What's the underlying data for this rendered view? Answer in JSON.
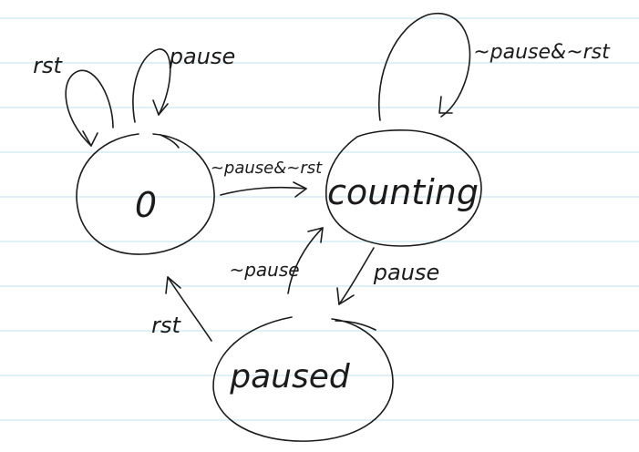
{
  "page": {
    "background": "#ffffff",
    "rule_color": "#bfe3ef",
    "ink_color": "#1b1b1b"
  },
  "states": {
    "idle": "0",
    "counting": "counting",
    "paused": "paused"
  },
  "transitions": {
    "idle_self_reset": "rst",
    "idle_self_pause": "pause",
    "idle_to_counting": "~pause&~rst",
    "counting_self": "~pause&~rst",
    "counting_to_paused": "pause",
    "paused_to_counting": "~pause",
    "paused_to_idle": "rst"
  }
}
